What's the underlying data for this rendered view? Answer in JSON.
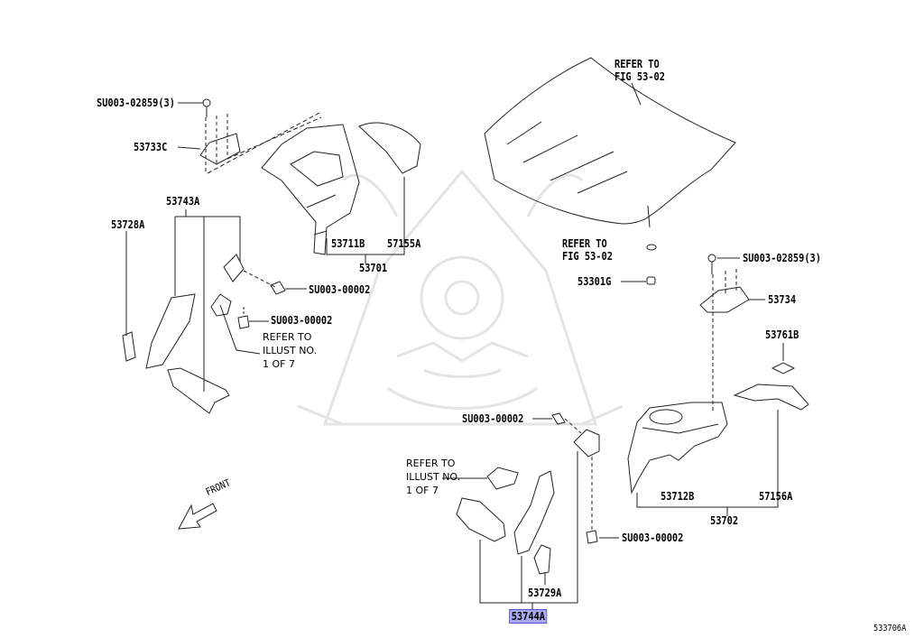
{
  "colors": {
    "line": "#222222",
    "highlight": "#a9a9ef",
    "watermark": "#e6e6e6",
    "background": "#ffffff"
  },
  "watermark": {
    "name": "samurai-helmet-logo"
  },
  "labels": {
    "su_2859_left": "SU003-02859(3)",
    "p53733c": "53733C",
    "p53743a": "53743A",
    "p53728a": "53728A",
    "p53711b": "53711B",
    "p57155a": "57155A",
    "p53701": "53701",
    "su_2_upper_left": "SU003-00002",
    "su_2_lower_left": "SU003-00002",
    "refer_fig_top": [
      "REFER TO",
      "FIG 53-02"
    ],
    "refer_fig_mid": [
      "REFER TO",
      "FIG 53-02"
    ],
    "p53301g": "53301G",
    "su_2859_right": "SU003-02859(3)",
    "p53734": "53734",
    "p53761b": "53761B",
    "refer_illust_left": [
      "REFER TO",
      "ILLUST NO.",
      "1 OF 7"
    ],
    "refer_illust_center": [
      "REFER TO",
      "ILLUST NO.",
      "1 OF 7"
    ],
    "su_2_center": "SU003-00002",
    "p53712b": "53712B",
    "p57156a": "57156A",
    "p53702": "53702",
    "su_2_lower_right": "SU003-00002",
    "p53729a": "53729A",
    "p53744a": "53744A",
    "front": "FRONT",
    "illustration_id": "533706A"
  }
}
